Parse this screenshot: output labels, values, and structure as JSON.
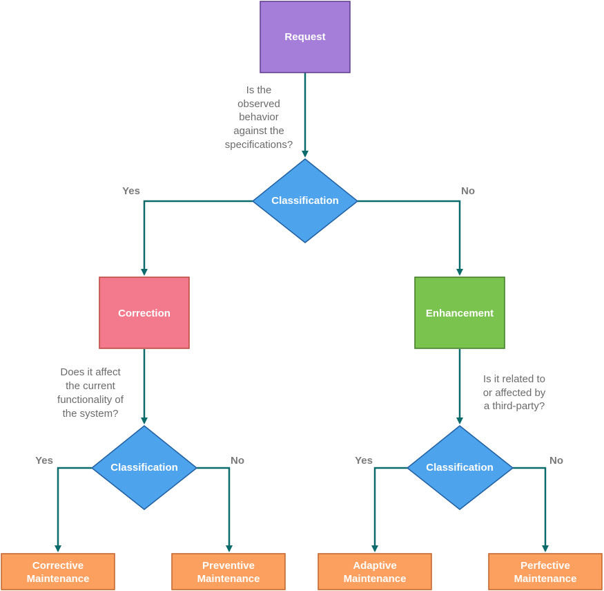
{
  "nodes": {
    "request": "Request",
    "classification_top": "Classification",
    "correction": "Correction",
    "enhancement": "Enhancement",
    "classification_left": "Classification",
    "classification_right": "Classification",
    "corrective": [
      "Corrective",
      "Maintenance"
    ],
    "preventive": [
      "Preventive",
      "Maintenance"
    ],
    "adaptive": [
      "Adaptive",
      "Maintenance"
    ],
    "perfective": [
      "Perfective",
      "Maintenance"
    ]
  },
  "questions": {
    "q1": [
      "Is the",
      "observed",
      "behavior",
      "against the",
      "specifications?"
    ],
    "q2": [
      "Does it affect",
      "the current",
      "functionality of",
      "the system?"
    ],
    "q3": [
      "Is it related to",
      "or affected by",
      "a third-party?"
    ]
  },
  "branches": {
    "top_yes": "Yes",
    "top_no": "No",
    "left_yes": "Yes",
    "left_no": "No",
    "right_yes": "Yes",
    "right_no": "No"
  },
  "colors": {
    "request": "#a57ed9",
    "decision": "#4da3ec",
    "correction": "#f27a8c",
    "enhancement": "#7bc34f",
    "maintenance": "#fca060",
    "edge": "#0b6b6b"
  }
}
